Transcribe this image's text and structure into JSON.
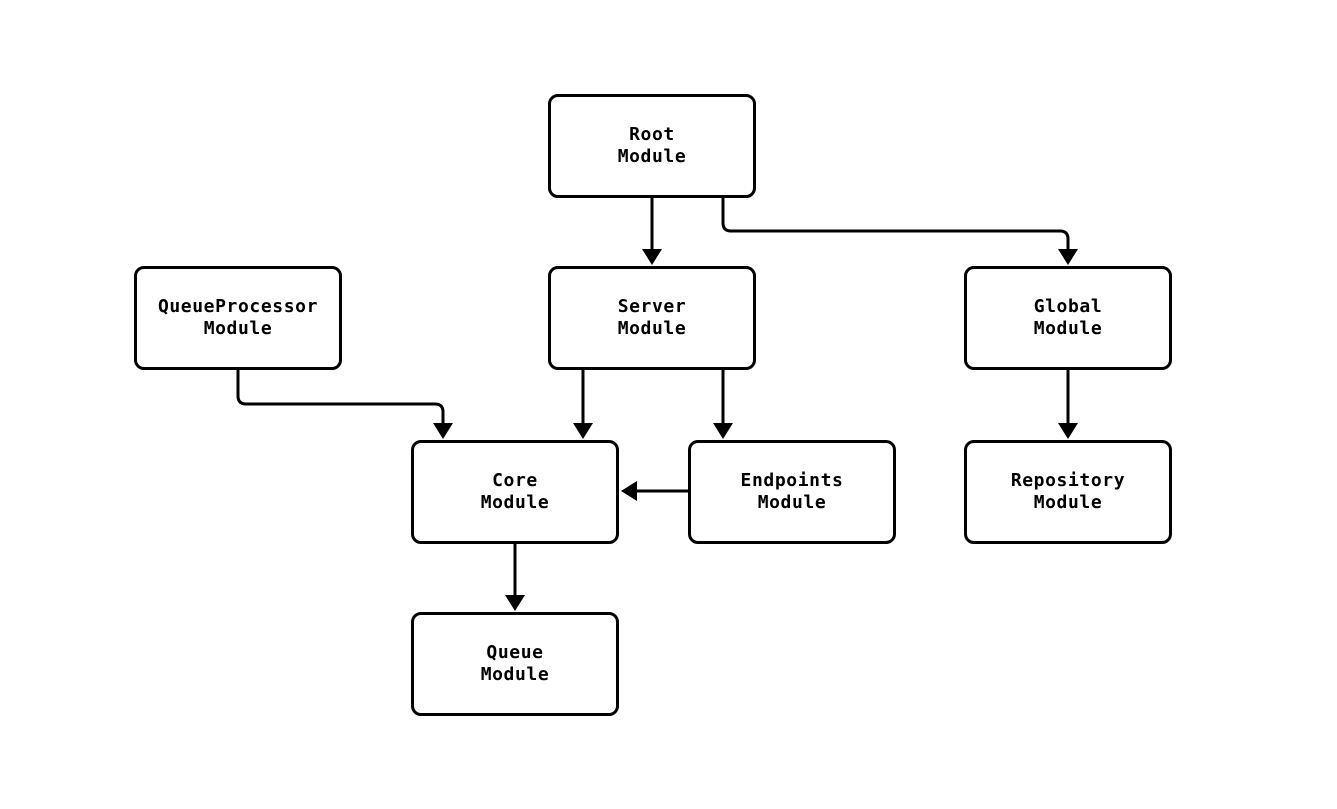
{
  "diagram": {
    "type": "flowchart",
    "background_color": "#ffffff",
    "node_style": {
      "fill_color": "#ffffff",
      "stroke_color": "#000000",
      "text_color": "#000000"
    },
    "edge_style": {
      "line_color": "#000000",
      "arrowhead": "filled-triangle"
    },
    "nodes": {
      "root": {
        "line1": "Root",
        "line2": "Module"
      },
      "queueprocessor": {
        "line1": "QueueProcessor",
        "line2": "Module"
      },
      "server": {
        "line1": "Server",
        "line2": "Module"
      },
      "global": {
        "line1": "Global",
        "line2": "Module"
      },
      "core": {
        "line1": "Core",
        "line2": "Module"
      },
      "endpoints": {
        "line1": "Endpoints",
        "line2": "Module"
      },
      "repository": {
        "line1": "Repository",
        "line2": "Module"
      },
      "queue": {
        "line1": "Queue",
        "line2": "Module"
      }
    },
    "edges": [
      {
        "from": "Root Module",
        "to": "Server Module"
      },
      {
        "from": "Root Module",
        "to": "Global Module"
      },
      {
        "from": "QueueProcessor Module",
        "to": "Core Module"
      },
      {
        "from": "Server Module",
        "to": "Core Module"
      },
      {
        "from": "Server Module",
        "to": "Endpoints Module"
      },
      {
        "from": "Endpoints Module",
        "to": "Core Module"
      },
      {
        "from": "Global Module",
        "to": "Repository Module"
      },
      {
        "from": "Core Module",
        "to": "Queue Module"
      }
    ]
  }
}
